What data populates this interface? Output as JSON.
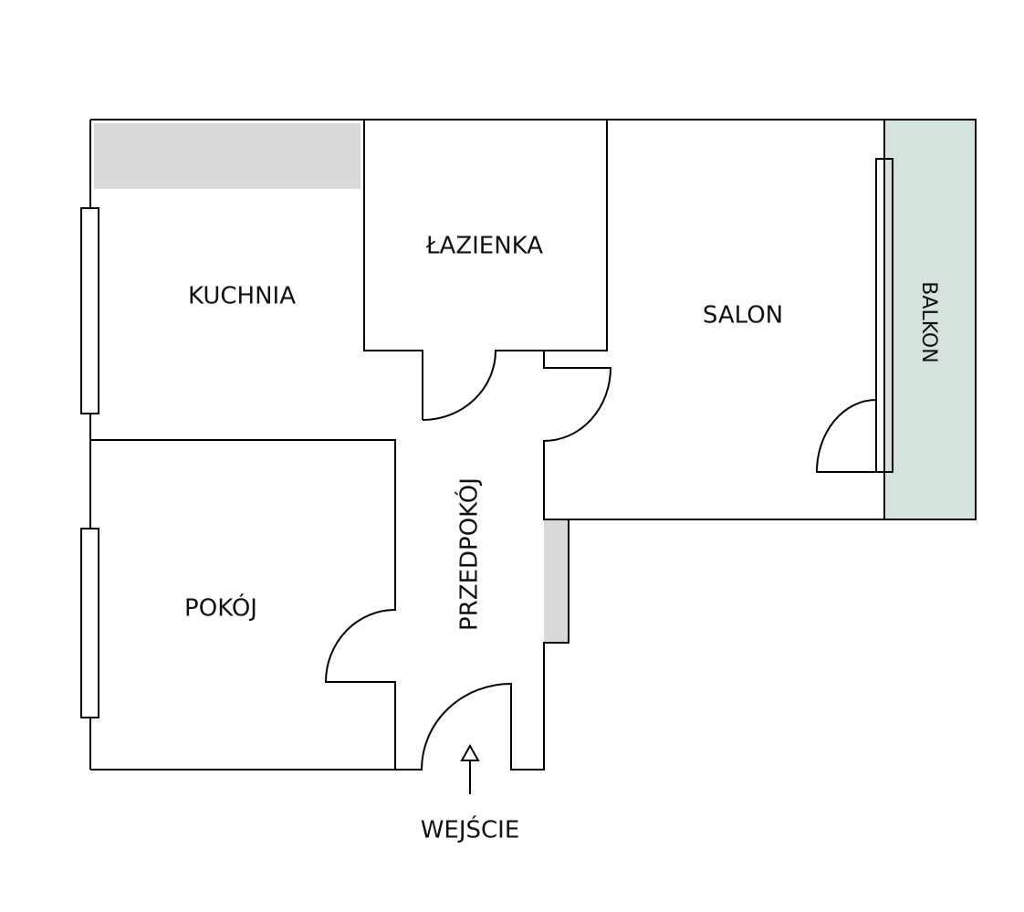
{
  "rooms": {
    "kitchen": "KUCHNIA",
    "bathroom": "ŁAZIENKA",
    "living_room": "SALON",
    "balcony": "BALKON",
    "room": "POKÓJ",
    "hallway": "PRZEDPOKÓJ"
  },
  "entrance_label": "WEJŚCIE",
  "colors": {
    "walls": "#000000",
    "balcony_fill": "#d4e3dc",
    "fixture_fill": "#d9d9d9"
  }
}
